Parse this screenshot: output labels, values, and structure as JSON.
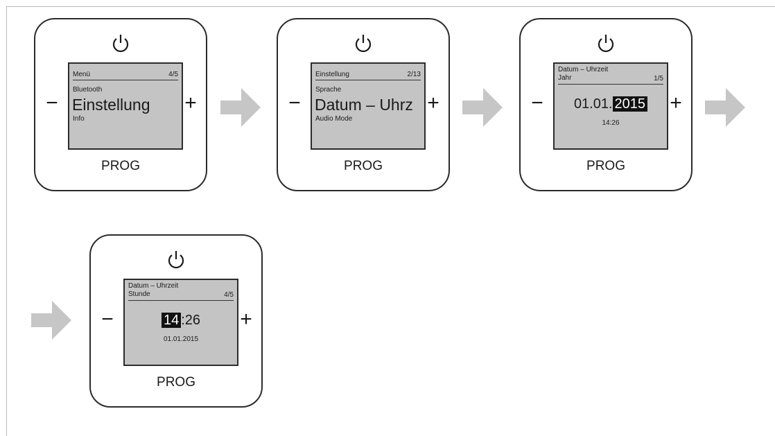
{
  "prog_label": "PROG",
  "minus_label": "−",
  "plus_label": "+",
  "screen1": {
    "header": "Menü",
    "page": "4/5",
    "item_prev": "Bluetooth",
    "item_selected": "Einstellung",
    "item_next": "Info"
  },
  "screen2": {
    "header": "Einstellung",
    "page": "2/13",
    "item_prev": "Sprache",
    "item_selected": "Datum – Uhrz",
    "item_next": "Audio Mode"
  },
  "screen3": {
    "header_line1": "Datum – Uhrzeit",
    "header_line2": "Jahr",
    "page": "1/5",
    "date_fixed": "01.01.",
    "date_selected": "2015",
    "time": "14:26"
  },
  "screen4": {
    "header_line1": "Datum – Uhrzeit",
    "header_line2": "Stunde",
    "page": "4/5",
    "hour_selected": "14",
    "minute_rest": ":26",
    "date": "01.01.2015"
  },
  "colors": {
    "arrow": "#c6c6c6",
    "screen": "#c4c4c4",
    "outline": "#2b2b2b",
    "highlight": "#111111"
  },
  "icons": {
    "power": "power-icon",
    "arrow": "arrow-right-icon"
  }
}
